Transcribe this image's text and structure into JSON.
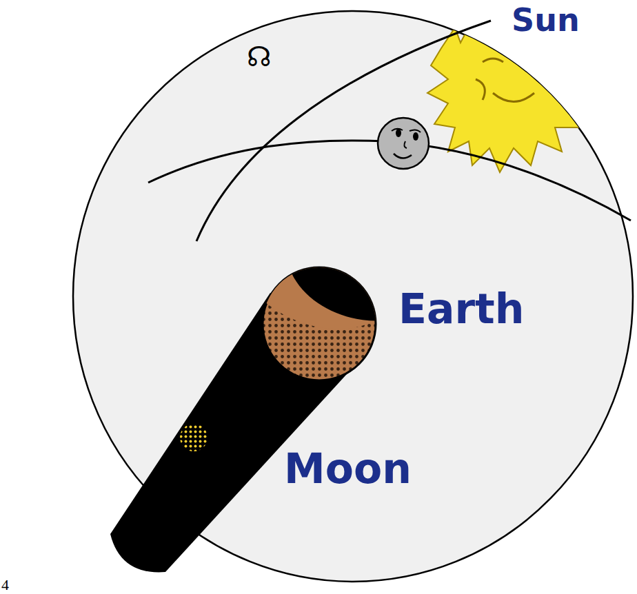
{
  "diagram": {
    "labels": [
      "☊",
      "Sun",
      "Earth",
      "Moon",
      "4"
    ]
  }
}
